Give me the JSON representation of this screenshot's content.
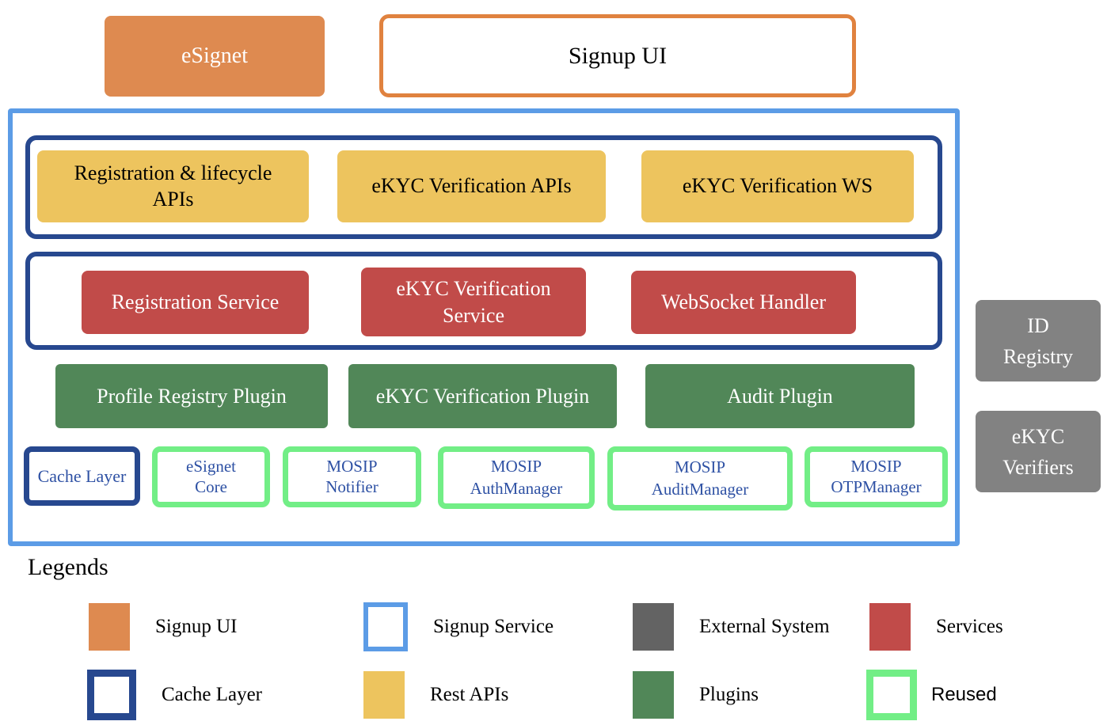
{
  "colors": {
    "orange": "#DE8A50",
    "orange_border": "#E0823F",
    "light_blue": "#5C9CE6",
    "navy": "#27488F",
    "yellow": "#EDC45E",
    "red": "#C14B49",
    "green": "#518758",
    "light_green": "#72EE86",
    "gray_box": "#828282",
    "gray_legend": "#636363",
    "blue_text": "#2E51A4"
  },
  "top_row": {
    "esignet_label": "eSignet",
    "signup_ui_label": "Signup UI"
  },
  "api_boxes": [
    {
      "line1": "Registration & lifecycle",
      "line2": "APIs"
    },
    {
      "line1": "eKYC Verification APIs"
    },
    {
      "line1": "eKYC Verification WS"
    }
  ],
  "service_boxes": [
    {
      "line1": "Registration Service"
    },
    {
      "line1": "eKYC  Verification",
      "line2": "Service"
    },
    {
      "line1": "WebSocket Handler"
    }
  ],
  "plugin_boxes": [
    {
      "line1": "Profile Registry Plugin"
    },
    {
      "line1": "eKYC Verification Plugin"
    },
    {
      "line1": "Audit Plugin"
    }
  ],
  "cache_layer_label": "Cache Layer",
  "reused_boxes": [
    {
      "line1": "eSignet",
      "line2": "Core"
    },
    {
      "line1": "MOSIP",
      "line2": "Notifier"
    },
    {
      "line1": "MOSIP",
      "line2": "AuthManager"
    },
    {
      "line1": "MOSIP",
      "line2": "AuditManager"
    },
    {
      "line1": "MOSIP",
      "line2": "OTPManager"
    }
  ],
  "external_boxes": [
    {
      "line1": "ID",
      "line2": "Registry"
    },
    {
      "line1": "eKYC",
      "line2": "Verifiers"
    }
  ],
  "legend": {
    "title": "Legends",
    "items": [
      {
        "label": "Signup UI"
      },
      {
        "label": "Signup Service"
      },
      {
        "label": "External System"
      },
      {
        "label": "Services"
      },
      {
        "label": "Cache Layer"
      },
      {
        "label": "Rest APIs"
      },
      {
        "label": "Plugins"
      },
      {
        "label": "Reused"
      }
    ]
  }
}
